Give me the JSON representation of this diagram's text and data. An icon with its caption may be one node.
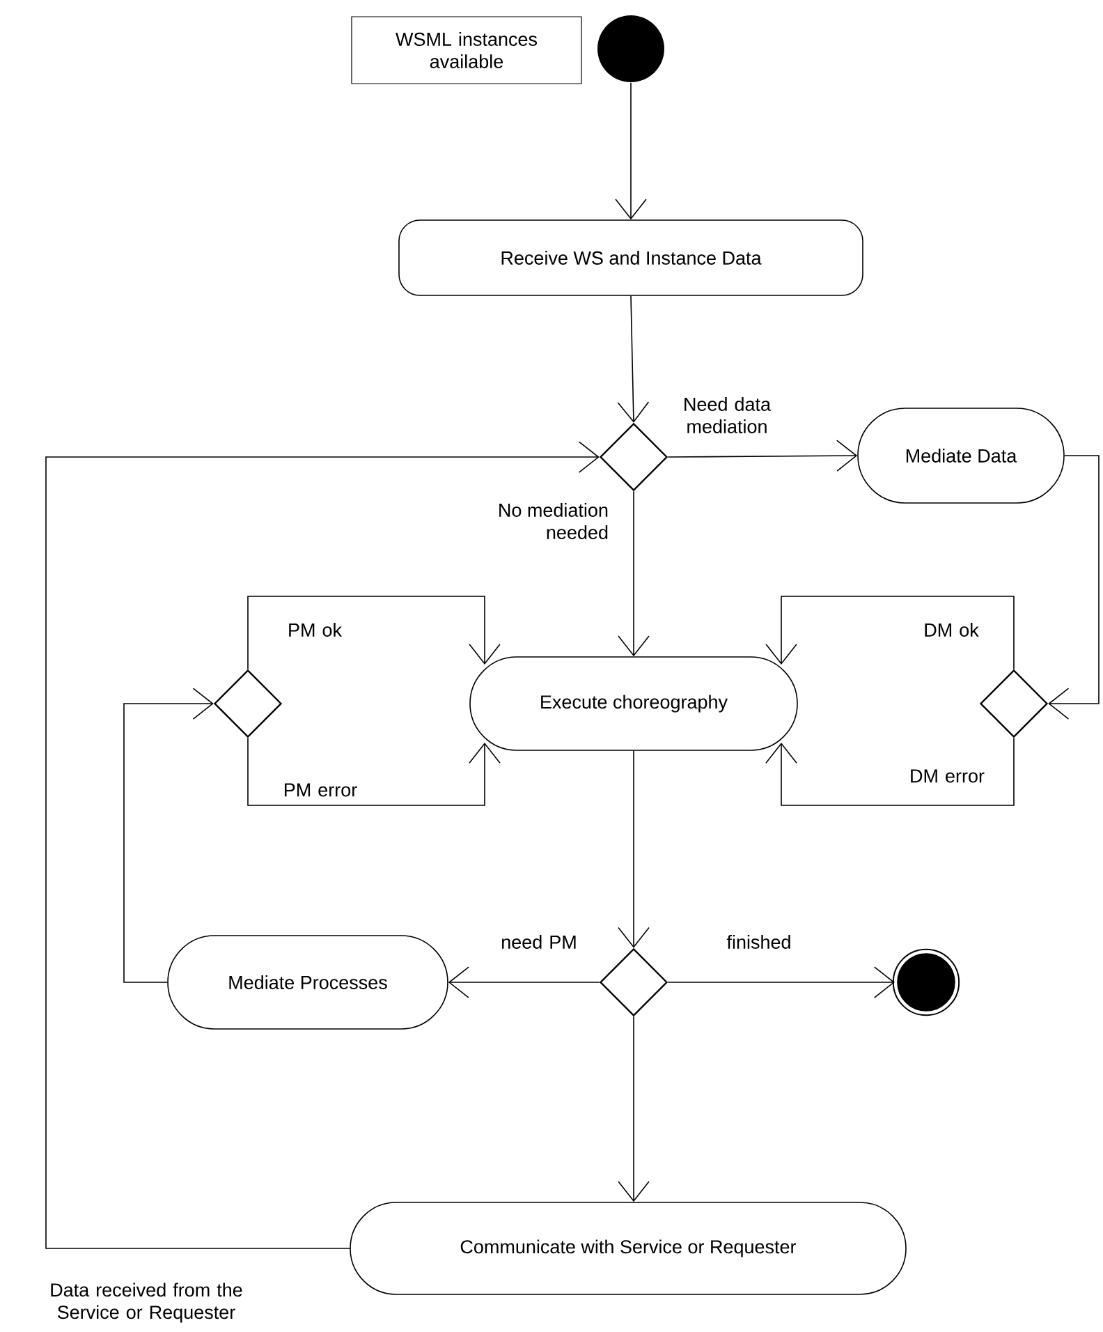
{
  "diagram": {
    "nodes": [
      {
        "text": [
          "WSML instances available"
        ]
      },
      {
        "text": [],
        "shape": "circle"
      },
      {
        "text": [
          "Receive WS and Instance Data"
        ]
      },
      {
        "text": [],
        "shape": "diamond"
      },
      {
        "text": [
          "Mediate Data"
        ]
      },
      {
        "text": [],
        "shape": "diamond"
      },
      {
        "text": [
          "Execute choreography"
        ]
      },
      {
        "text": [],
        "shape": "diamond"
      },
      {
        "text": [
          "Mediate Processes"
        ]
      },
      {
        "text": [],
        "shape": "diamond"
      },
      {
        "text": [],
        "shape": "circle"
      },
      {
        "text": [
          "Communicate with Service or Requester"
        ]
      }
    ],
    "edges": [
      {
        "from": 1,
        "to": 2,
        "arrow": "to"
      },
      {
        "from": 2,
        "to": 3,
        "arrow": "to"
      },
      {
        "from": 3,
        "to": 4,
        "arrow": "to",
        "label": "Need data mediation"
      },
      {
        "from": 3,
        "to": 6,
        "arrow": "to",
        "label": "No mediation needed"
      },
      {
        "from": 5,
        "to": 6,
        "arrow": "to",
        "label": "PM ok"
      },
      {
        "from": 5,
        "to": 6,
        "arrow": "to",
        "label": "PM error"
      },
      {
        "from": 7,
        "to": 6,
        "arrow": "to",
        "label": "DM ok"
      },
      {
        "from": 7,
        "to": 6,
        "arrow": "to",
        "label": "DM error"
      },
      {
        "from": 4,
        "to": 7,
        "arrow": "to"
      },
      {
        "from": 6,
        "to": 9,
        "arrow": "to"
      },
      {
        "from": 9,
        "to": 8,
        "arrow": "to",
        "label": "need PM"
      },
      {
        "from": 9,
        "to": 10,
        "arrow": "to",
        "label": "finished"
      },
      {
        "from": 9,
        "to": 11,
        "arrow": "to"
      },
      {
        "from": 8,
        "to": 5,
        "arrow": "to"
      },
      {
        "from": 11,
        "to": 3,
        "arrow": "to",
        "label": "Data received from the Service or Requester"
      }
    ]
  }
}
